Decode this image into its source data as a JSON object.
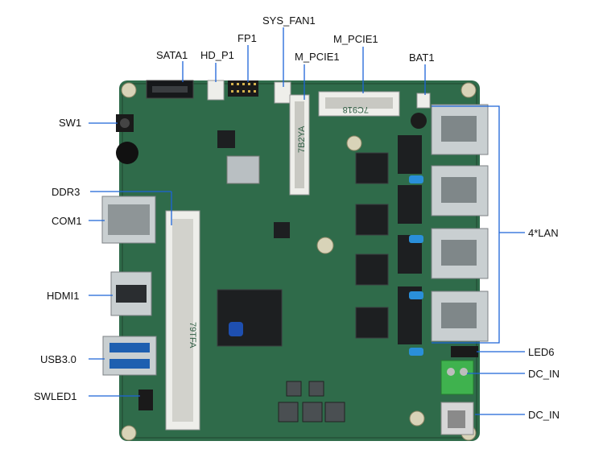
{
  "colors": {
    "pcb": "#2f6b4a",
    "pcb_dark": "#1f4d34",
    "leader": "#1c64d8",
    "bracket": "#1c64d8",
    "metal": "#c9cfd1",
    "chip": "#1b1d1f",
    "connector_white": "#eeeeea",
    "led_blue": "#2a8fd9"
  },
  "labels": {
    "sys_fan1": "SYS_FAN1",
    "fp1": "FP1",
    "m_pcie1_top": "M_PCIE1",
    "sata1": "SATA1",
    "hd_p1": "HD_P1",
    "m_pcie1_mid": "M_PCIE1",
    "bat1": "BAT1",
    "sw1": "SW1",
    "ddr3": "DDR3",
    "com1": "COM1",
    "lan": "4*LAN",
    "hdmi1": "HDMI1",
    "usb30": "USB3.0",
    "led6": "LED6",
    "dc_in_1": "DC_IN",
    "swled1": "SWLED1",
    "dc_in_2": "DC_IN"
  },
  "board_marks": {
    "pcie_slot_text": "7B2YA",
    "sodimm_text": "79TFA",
    "top_slot_text": "7C918"
  }
}
